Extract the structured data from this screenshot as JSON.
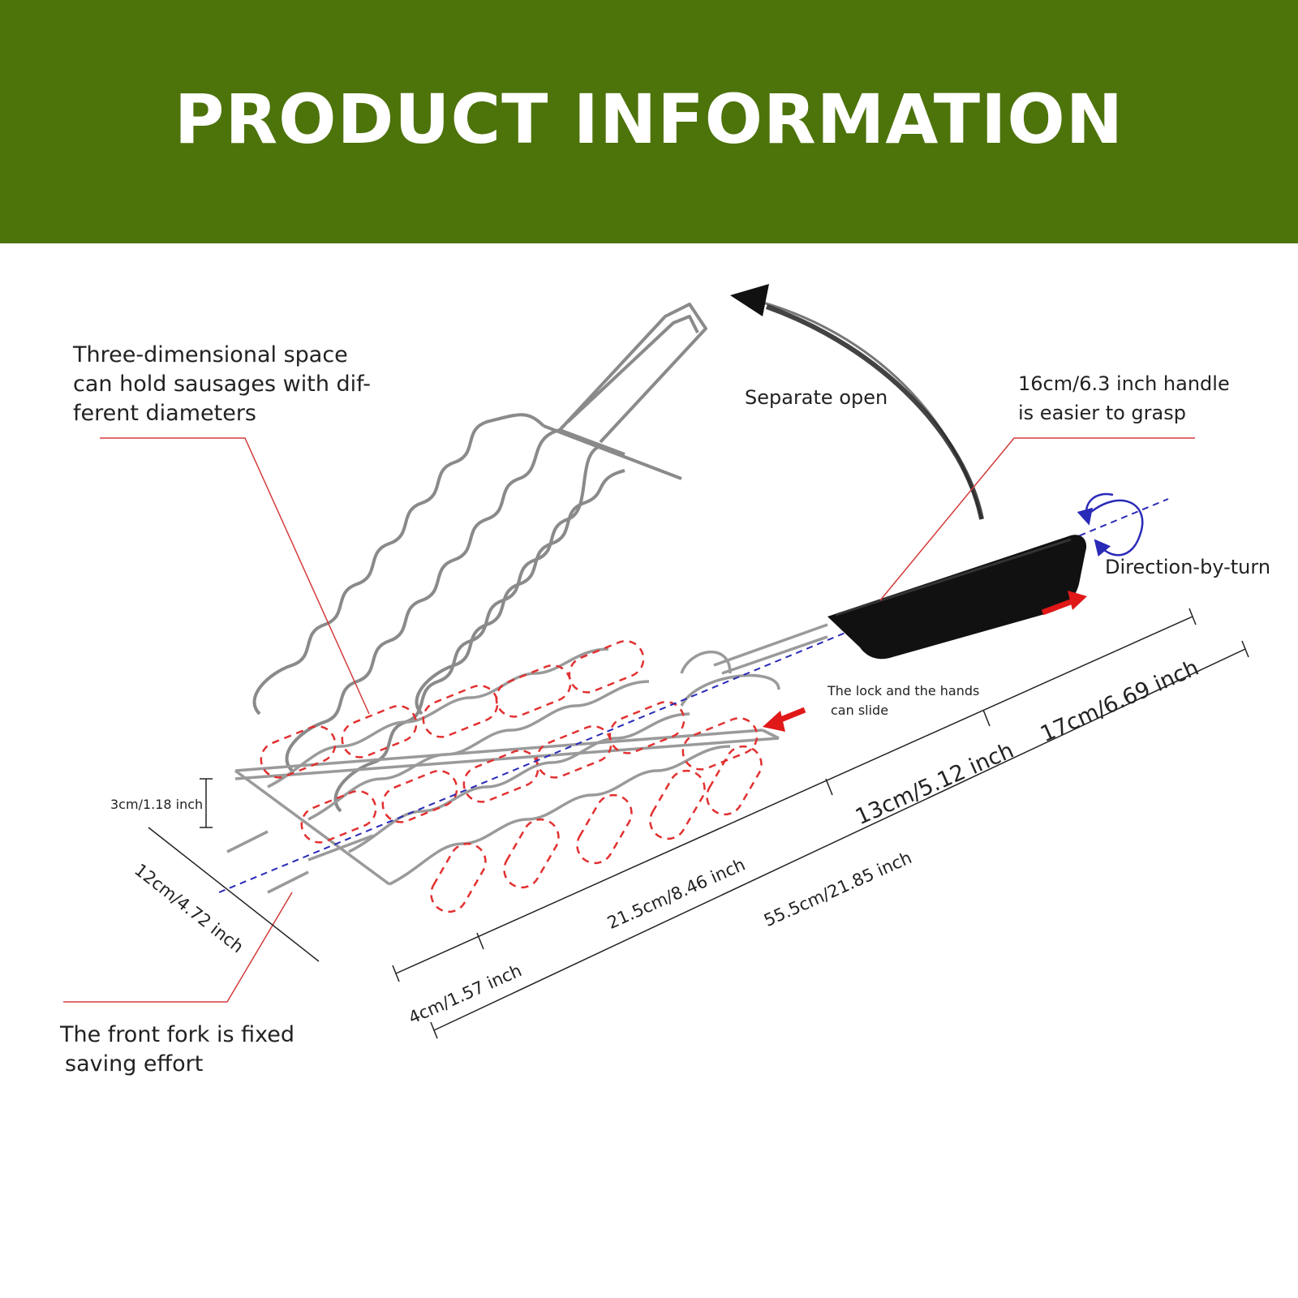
{
  "header": {
    "title": "PRODUCT INFORMATION",
    "background": "#4d730b"
  },
  "callouts": {
    "three_dimensional": [
      "Three-dimensional space",
      "can hold sausages with dif-",
      "ferent diameters"
    ],
    "separate_open": "Separate open",
    "handle": [
      "16cm/6.3 inch handle",
      "is easier to grasp"
    ],
    "direction_by_turn": "Direction-by-turn",
    "lock_slide": [
      "The lock and the hands",
      "can slide"
    ],
    "front_fork": [
      "The front fork is fixed",
      "saving effort"
    ]
  },
  "dimensions": {
    "height": "3cm/1.18 inch",
    "width": "12cm/4.72 inch",
    "gap": "4cm/1.57  inch",
    "basket_length": "21.5cm/8.46 inch",
    "shaft_length": "13cm/5.12  inch",
    "handle_length": "17cm/6.69  inch",
    "total_length": "55.5cm/21.85 inch"
  },
  "colors": {
    "leader_line": "#d43b3b",
    "dashed_outline": "#e23030",
    "axis_line": "#2a2ab8",
    "arrow_red": "#e01818",
    "handle": "#111111",
    "wire": "#8a8a8a"
  }
}
